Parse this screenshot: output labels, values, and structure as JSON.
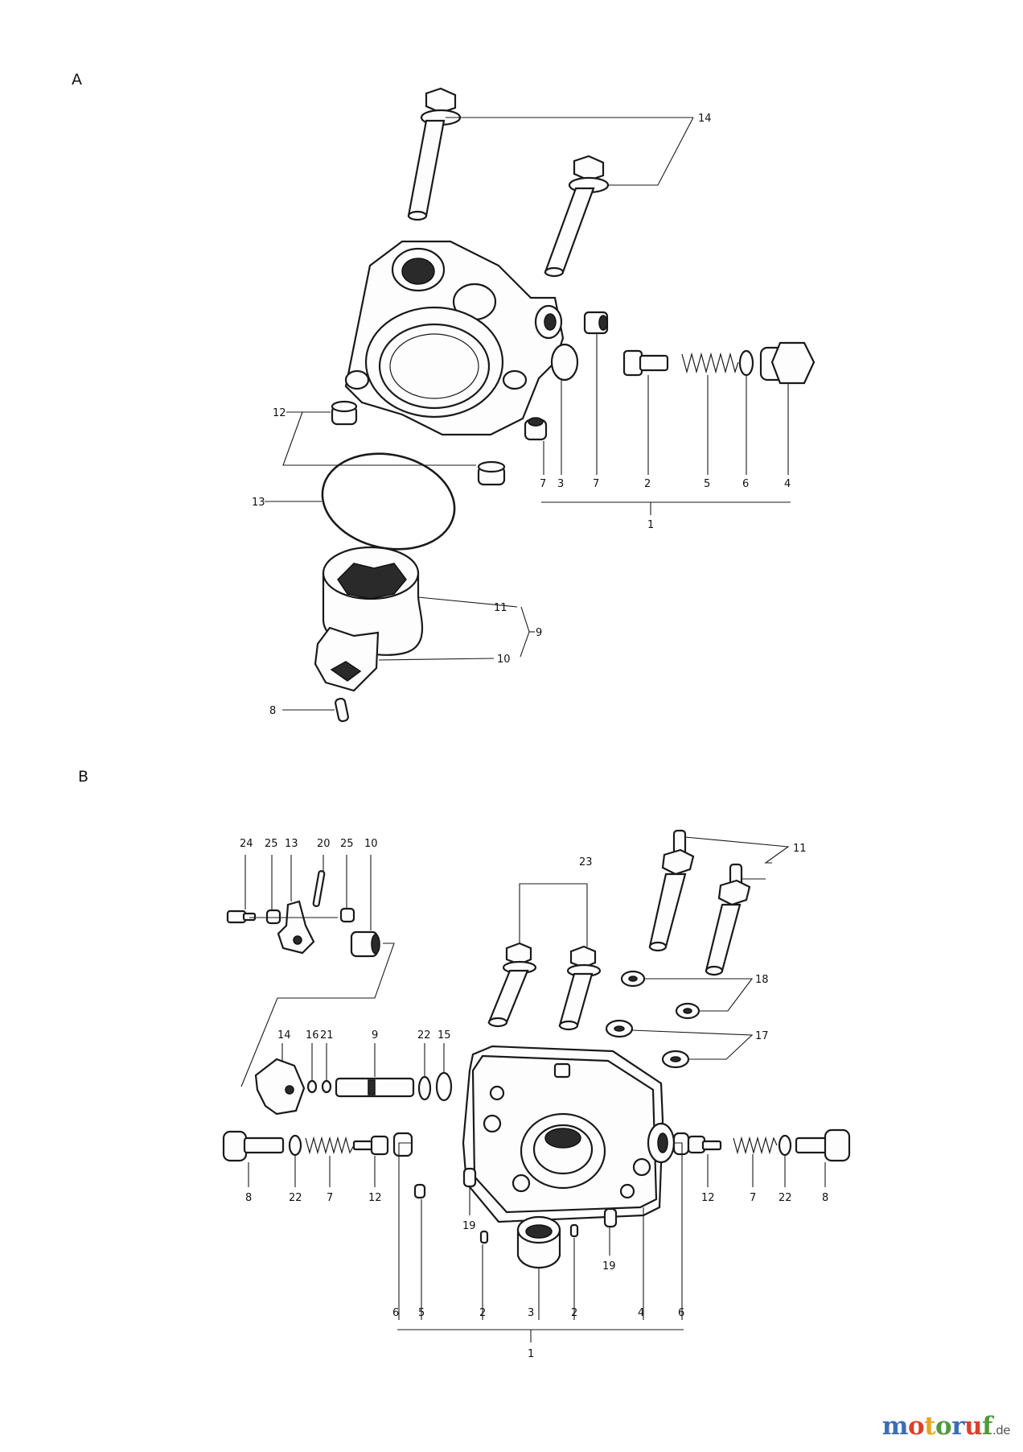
{
  "sections": {
    "a": {
      "label": "A"
    },
    "b": {
      "label": "B"
    }
  },
  "callouts_a": {
    "c14": "14",
    "c12": "12",
    "c13": "13",
    "c7a": "7",
    "c3": "3",
    "c7b": "7",
    "c2": "2",
    "c5": "5",
    "c6": "6",
    "c4": "4",
    "c1": "1",
    "c11": "11",
    "c9": "9",
    "c10": "10",
    "c8": "8"
  },
  "callouts_b": {
    "t24": "24",
    "t25a": "25",
    "t13": "13",
    "t20": "20",
    "t25b": "25",
    "t10": "10",
    "t23": "23",
    "t11": "11",
    "t18": "18",
    "t17": "17",
    "t14": "14",
    "t16": "16",
    "t21": "21",
    "t9": "9",
    "t22a": "22",
    "t15": "15",
    "l8": "8",
    "l22": "22",
    "l7": "7",
    "l12": "12",
    "r12": "12",
    "r7": "7",
    "r22": "22",
    "r8": "8",
    "t19a": "19",
    "t19b": "19",
    "b6a": "6",
    "b5": "5",
    "b2a": "2",
    "b3": "3",
    "b2b": "2",
    "b4": "4",
    "b6b": "6",
    "b1": "1"
  },
  "watermark": {
    "brand": "motoruf",
    "tld": ".de"
  }
}
